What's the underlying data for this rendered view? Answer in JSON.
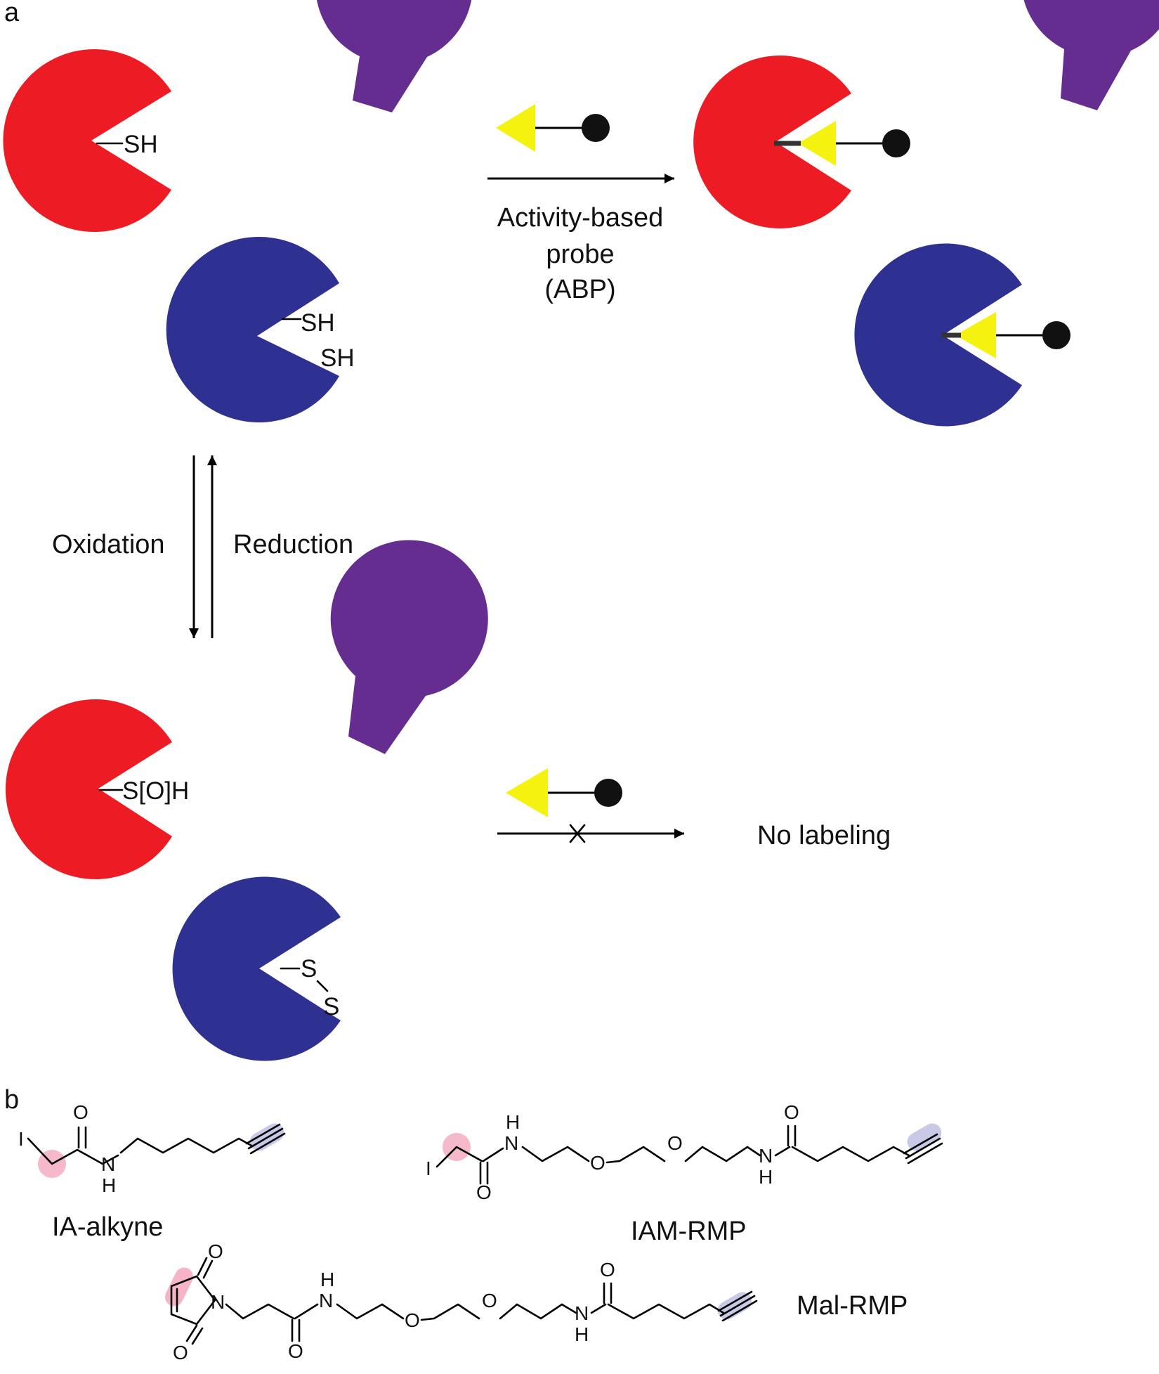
{
  "panel_a": {
    "label": "a",
    "probe_arrow_label": [
      "Activity-based",
      "probe",
      "(ABP)"
    ],
    "oxidation_label": "Oxidation",
    "reduction_label": "Reduction",
    "no_labeling_label": "No labeling",
    "groups": {
      "sh": "SH",
      "soh": "S[O]H",
      "s": "S"
    }
  },
  "panel_b": {
    "label": "b",
    "atoms": {
      "o": "O",
      "n": "N",
      "h": "H",
      "i": "I"
    },
    "compounds": [
      "IA-alkyne",
      "IAM-RMP",
      "Mal-RMP"
    ]
  },
  "colors": {
    "red_protein": "#ed1c24",
    "purple_protein": "#662d91",
    "blue_protein": "#2e3192",
    "probe_warhead": "#f5f20f",
    "reactive_site_highlight": "#f4a7bf",
    "alkyne_highlight": "#c7c9e6"
  }
}
